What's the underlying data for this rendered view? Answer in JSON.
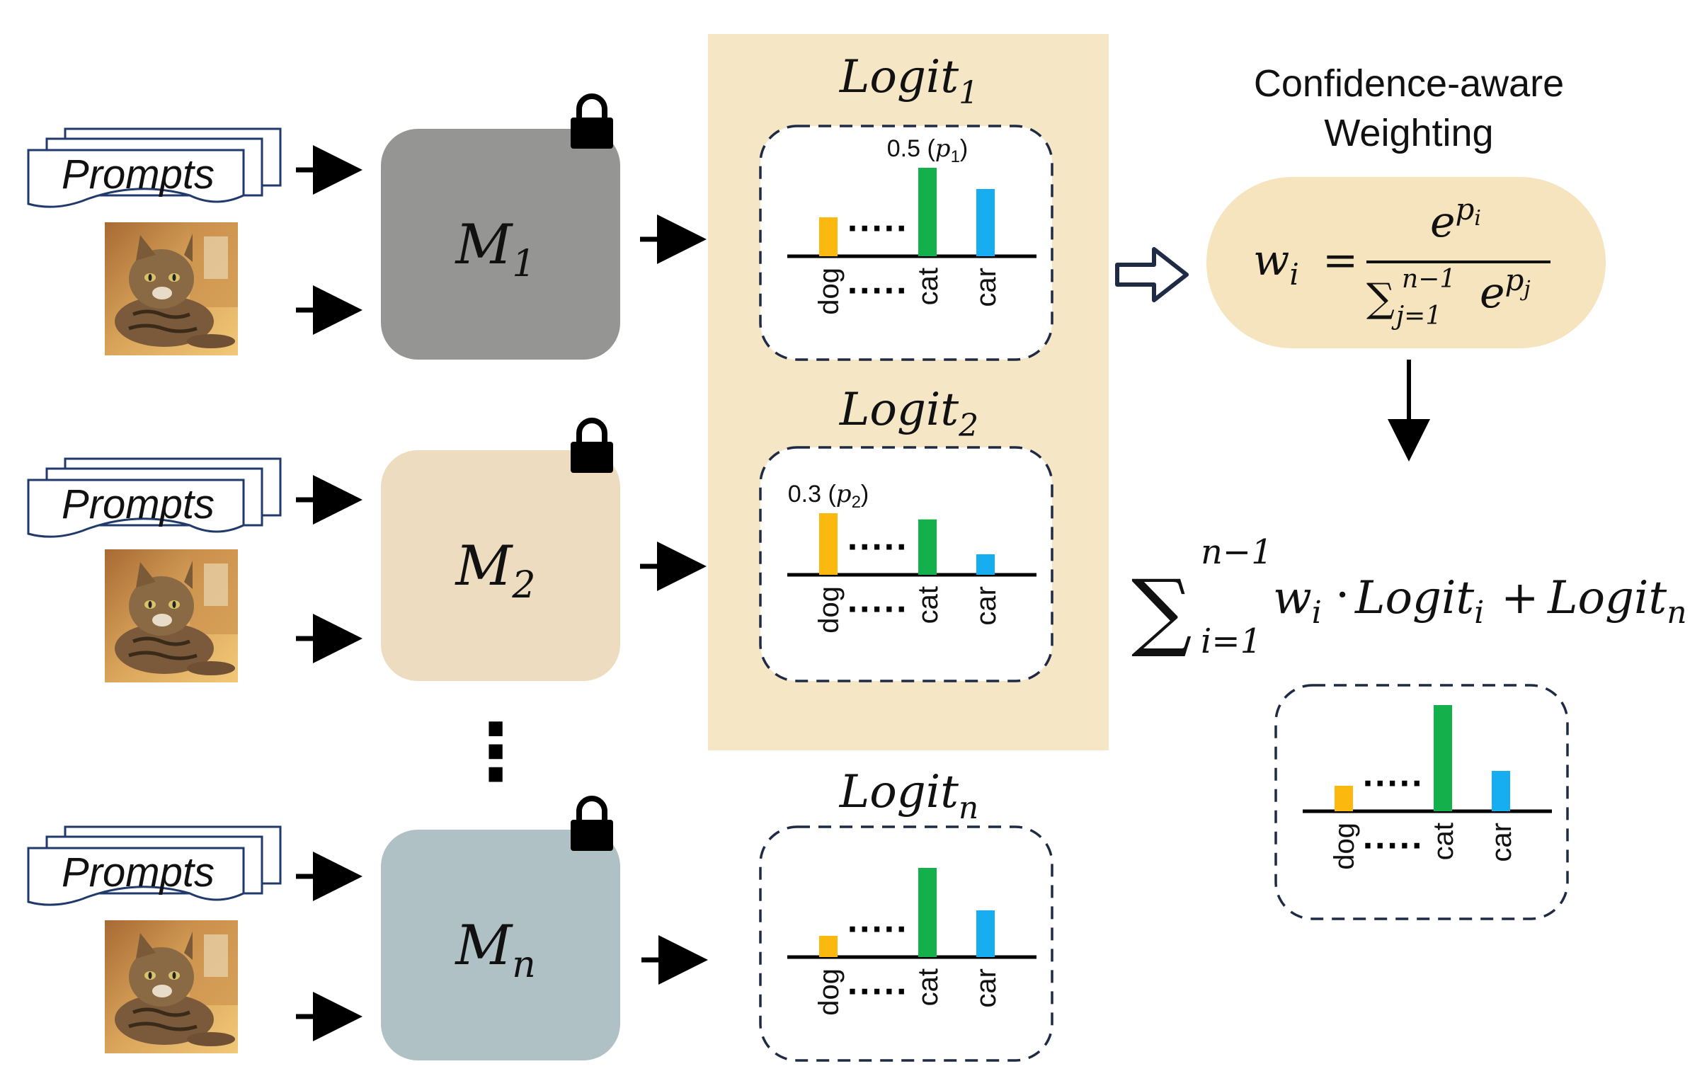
{
  "colors": {
    "panel_bg": "#f5e6c6",
    "model_1": "#959593",
    "model_2": "#eddcbf",
    "model_n": "#b0c1c6",
    "formula_bg": "#f5e4bd",
    "bar_dog": "#fbb80f",
    "bar_cat": "#14b04b",
    "bar_car": "#16aef0",
    "dash": "#1f2a44"
  },
  "inputs": [
    {
      "prompt_label": "Prompts",
      "image_icon": "cat-photo-icon"
    },
    {
      "prompt_label": "Prompts",
      "image_icon": "cat-photo-icon"
    },
    {
      "prompt_label": "Prompts",
      "image_icon": "cat-photo-icon"
    }
  ],
  "models": [
    {
      "name": "M",
      "sub": "1",
      "icon": "lock-icon"
    },
    {
      "name": "M",
      "sub": "2",
      "icon": "lock-icon"
    },
    {
      "name": "M",
      "sub": "n",
      "icon": "lock-icon"
    }
  ],
  "ellipsis": "⋮",
  "logits": [
    {
      "title": "Logit",
      "title_sub": "1",
      "categories": [
        "dog",
        "cat",
        "car"
      ],
      "gap_label": "·····",
      "values": [
        0.22,
        0.5,
        0.38
      ],
      "annotation": {
        "value": "0.5",
        "symbol": "p",
        "sub": "1"
      }
    },
    {
      "title": "Logit",
      "title_sub": "2",
      "categories": [
        "dog",
        "cat",
        "car"
      ],
      "gap_label": "·····",
      "values": [
        0.3,
        0.27,
        0.1
      ],
      "annotation": {
        "value": "0.3",
        "symbol": "p",
        "sub": "2"
      }
    },
    {
      "title": "Logit",
      "title_sub": "n",
      "categories": [
        "dog",
        "cat",
        "car"
      ],
      "gap_label": "·····",
      "values": [
        0.1,
        0.42,
        0.22
      ],
      "annotation": null
    }
  ],
  "weighting": {
    "title_line1": "Confidence-aware",
    "title_line2": "Weighting",
    "lhs": "w",
    "lhs_sub": "i",
    "equals": "=",
    "numerator": "e",
    "numerator_sup": "p",
    "numerator_sup_sub": "i",
    "denominator_sum": "∑",
    "denominator_sum_sup": "n−1",
    "denominator_sum_sub": "j=1",
    "denominator_e": "e",
    "denominator_sup": "p",
    "denominator_sup_sub": "j"
  },
  "aggregation": {
    "sum": "∑",
    "sum_sup": "n−1",
    "sum_sub": "i=1",
    "w": "w",
    "w_sub": "i",
    "dot": "·",
    "logit": "Logit",
    "logit_sub": "i",
    "plus": "+",
    "logit2": "Logit",
    "logit2_sub": "n"
  },
  "result_chart": {
    "categories": [
      "dog",
      "cat",
      "car"
    ],
    "gap_label": "·····",
    "values": [
      0.12,
      0.5,
      0.19
    ]
  }
}
